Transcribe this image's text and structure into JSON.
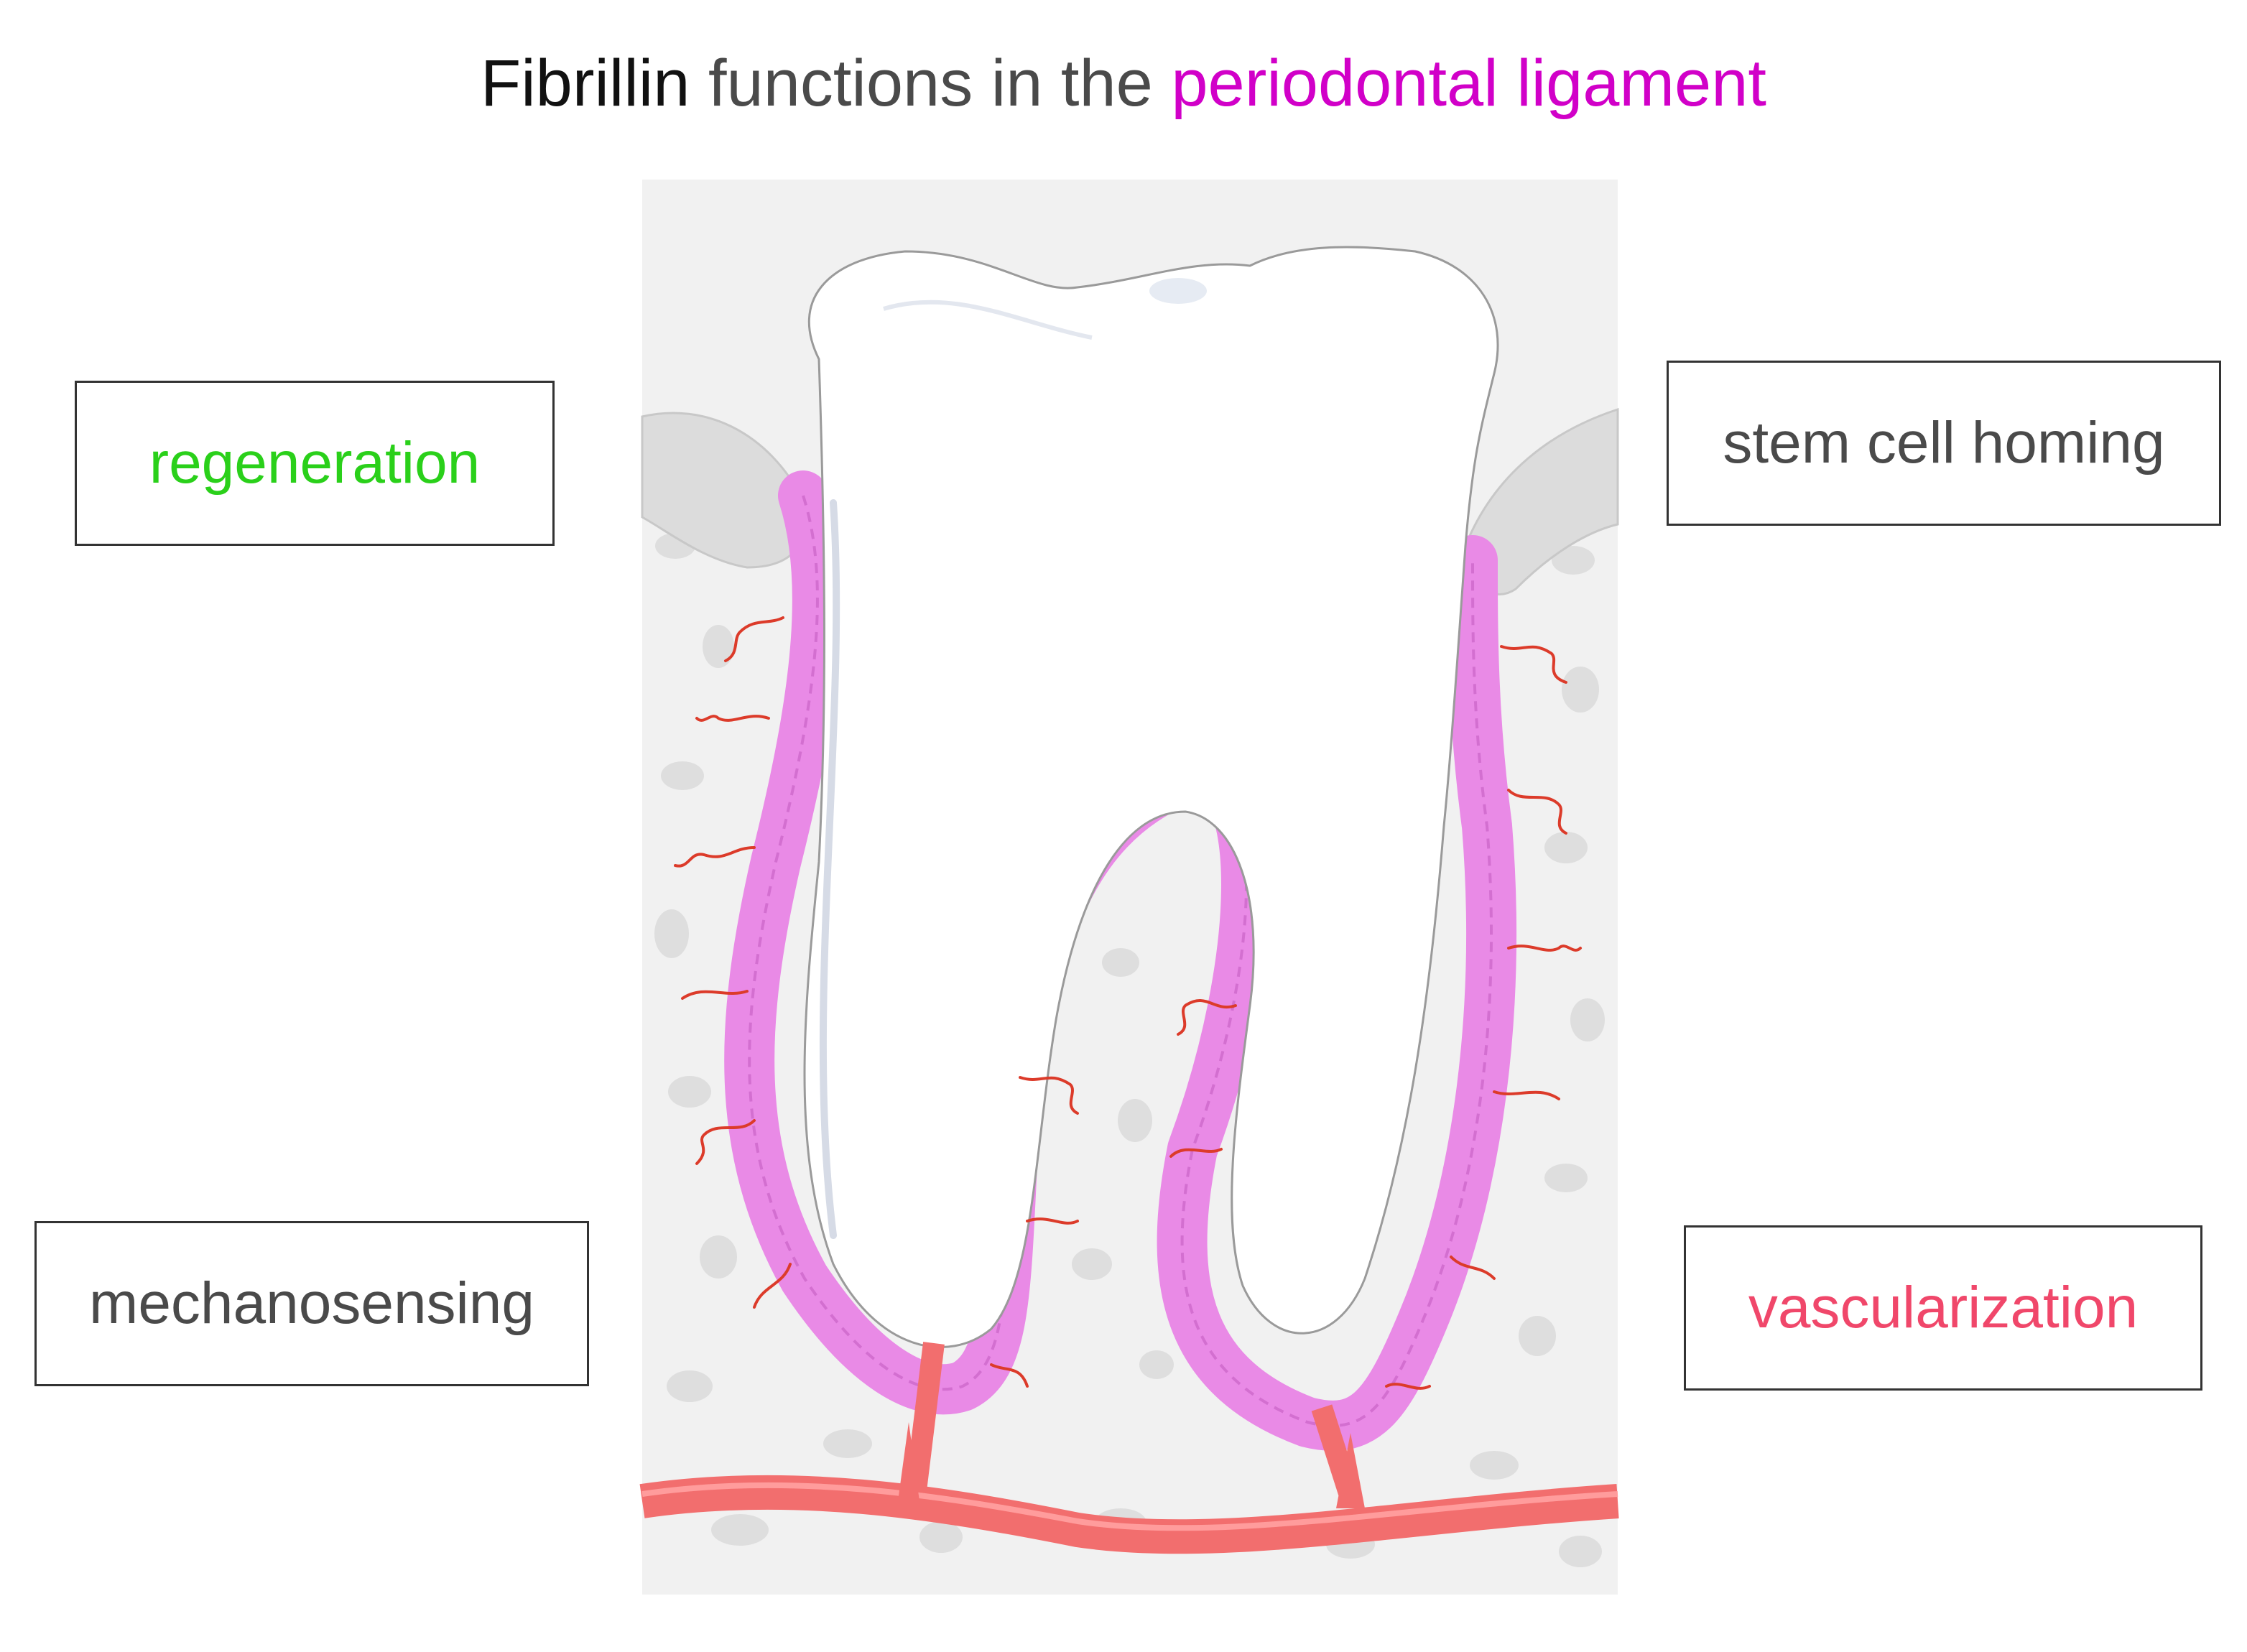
{
  "title": {
    "part1": "Fibrillin",
    "part2": " functions in the ",
    "part3": "periodontal ligament"
  },
  "labels": {
    "regeneration": "regeneration",
    "stem_cell_homing": "stem cell homing",
    "mechanosensing": "mechanosensing",
    "vascularization": "vascularization"
  },
  "colors": {
    "title_black": "#111111",
    "title_grey": "#4a4a4a",
    "ligament_pink": "#e98ae6",
    "regeneration_green": "#2ad01a",
    "vascular_red": "#f0476a",
    "vessel": "#f26e6e",
    "bone": "#f0f0f0",
    "gum": "#dcdcdc"
  }
}
